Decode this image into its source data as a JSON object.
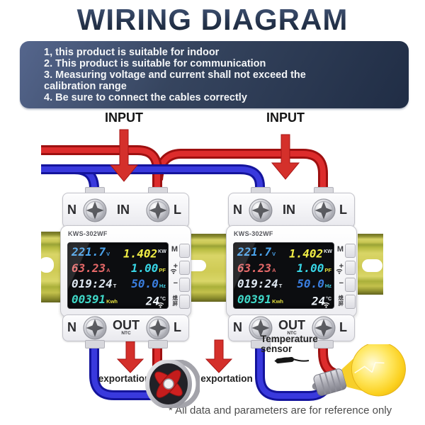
{
  "title": "WIRING DIAGRAM",
  "instructions": {
    "lines": [
      "1, this product is suitable for indoor",
      "2. This product is suitable for communication",
      "3. Measuring voltage and current shall not exceed the",
      "calibration range",
      "4. Be sure to connect the cables correctly"
    ]
  },
  "labels": {
    "input_left": "INPUT",
    "input_right": "INPUT",
    "exportation_left": "exportation",
    "exportation_right": "exportation",
    "temperature_line1": "Temperature",
    "temperature_line2": "sensor",
    "footer": "* All data and parameters are for reference only"
  },
  "meter": {
    "model": "KWS-302WF",
    "terminals": {
      "top": [
        "N",
        "IN",
        "L"
      ],
      "bottom": [
        "N",
        "OUT",
        "L"
      ],
      "ntc": "NTC"
    },
    "display": {
      "rows": [
        {
          "left": {
            "value": "221.7",
            "unit": "V"
          },
          "right": {
            "value": "1.402",
            "unit": "KW"
          }
        },
        {
          "left": {
            "value": "63.23",
            "unit": "A"
          },
          "right": {
            "value": "1.00",
            "unit": "PF"
          }
        },
        {
          "left": {
            "value": "019:24",
            "unit": "T"
          },
          "right": {
            "value": "50.0",
            "unit": "Hz"
          }
        },
        {
          "left": {
            "value": "00391",
            "unit": "Kwh"
          },
          "right": {
            "value": "24",
            "unit": "°C"
          }
        }
      ]
    },
    "buttons": [
      {
        "label": "M"
      },
      {
        "label": "+"
      },
      {
        "label": "−"
      },
      {
        "label": "熄屏"
      }
    ]
  },
  "colors": {
    "wire_live": "#cf1d1d",
    "wire_neutral": "#2121cc",
    "arrow_red": "#d4302b",
    "din_rail": "#c9c94a",
    "title_navy": "#27364f",
    "display_bg": "#0c0d10"
  }
}
